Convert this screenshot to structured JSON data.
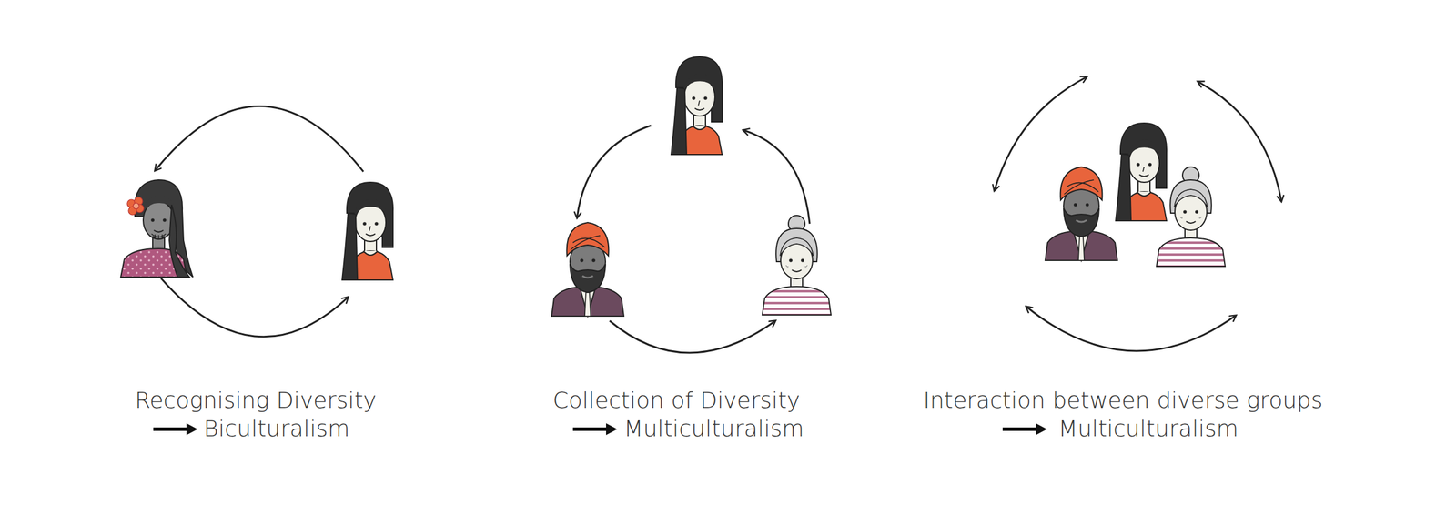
{
  "diagram": {
    "labels": [
      "Recognising Diversity",
      "Biculturalism",
      "Collection of Diversity",
      "Multiculturalism",
      "Interaction between diverse groups",
      "Multiculturalism"
    ]
  }
}
